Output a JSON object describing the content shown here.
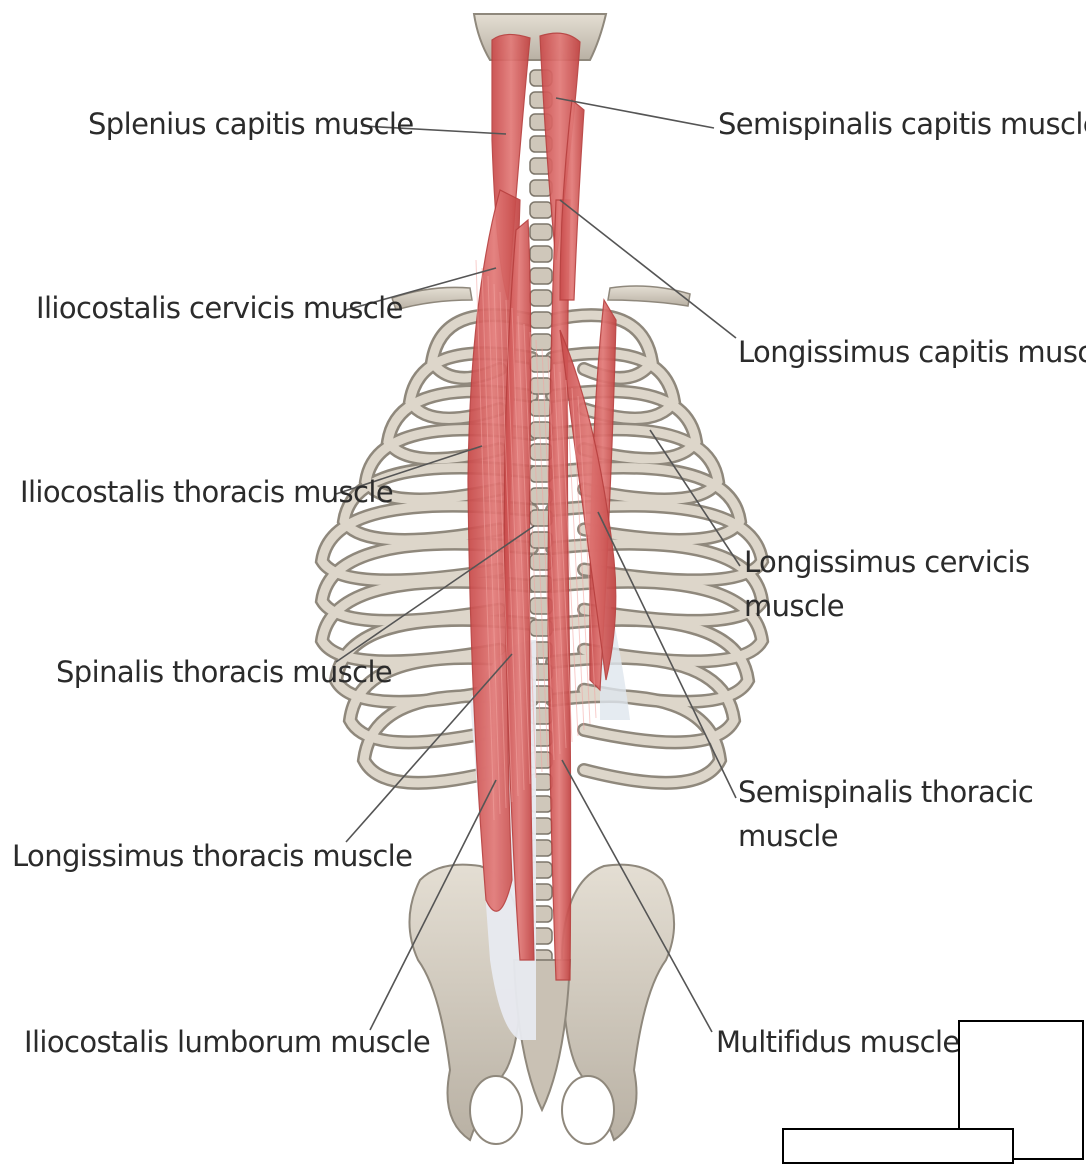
{
  "figure": {
    "labels_left": [
      {
        "id": "splenius-capitis",
        "text": "Splenius capitis muscle"
      },
      {
        "id": "iliocostalis-cervicis",
        "text": "Iliocostalis cervicis muscle"
      },
      {
        "id": "iliocostalis-thoracis",
        "text": "Iliocostalis thoracis muscle"
      },
      {
        "id": "spinalis-thoracis",
        "text": "Spinalis thoracis muscle"
      },
      {
        "id": "longissimus-thoracis",
        "text": "Longissimus thoracis muscle"
      },
      {
        "id": "iliocostalis-lumborum",
        "text": "Iliocostalis lumborum muscle"
      }
    ],
    "labels_right": [
      {
        "id": "semispinalis-capitis",
        "text": "Semispinalis capitis muscle"
      },
      {
        "id": "longissimus-capitis",
        "text": "Longissimus capitis muscle"
      },
      {
        "id": "longissimus-cervicis",
        "line1": "Longissimus cervicis",
        "line2": "muscle"
      },
      {
        "id": "semispinalis-thoracic",
        "line1": "Semispinalis thoracic",
        "line2": "muscle"
      },
      {
        "id": "multifidus",
        "text": "Multifidus muscle"
      }
    ]
  },
  "colors": {
    "muscle": "#d9605f",
    "muscle_dark": "#b8403f",
    "tendon": "#e6e8ee",
    "bone": "#d8d2c6",
    "bone_shade": "#a49c8f",
    "leader": "#555555",
    "text": "#2b2b2b"
  }
}
